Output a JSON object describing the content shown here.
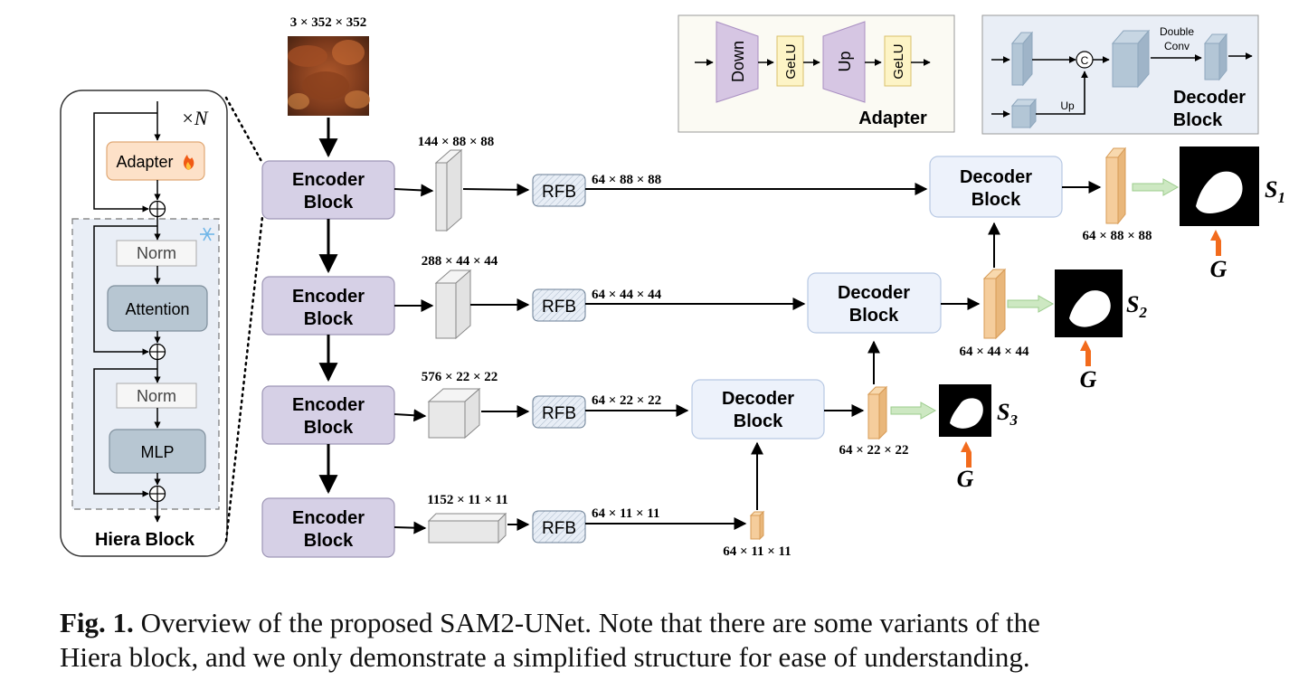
{
  "input": {
    "dims": "3 × 352 × 352"
  },
  "hiera": {
    "title": "Hiera Block",
    "repeat": "×N",
    "adapter": "Adapter",
    "norm1": "Norm",
    "attention": "Attention",
    "norm2": "Norm",
    "mlp": "MLP",
    "flame_icon": "flame-icon",
    "frozen_icon": "snowflake-icon"
  },
  "encoders": [
    {
      "line1": "Encoder",
      "line2": "Block",
      "feat": "144 × 88 × 88",
      "rfb": "RFB",
      "rfb_out": "64 × 88 × 88"
    },
    {
      "line1": "Encoder",
      "line2": "Block",
      "feat": "288 × 44 × 44",
      "rfb": "RFB",
      "rfb_out": "64 × 44 × 44"
    },
    {
      "line1": "Encoder",
      "line2": "Block",
      "feat": "576 × 22 × 22",
      "rfb": "RFB",
      "rfb_out": "64 × 22 × 22"
    },
    {
      "line1": "Encoder",
      "line2": "Block",
      "feat": "1152 × 11 × 11",
      "rfb": "RFB",
      "rfb_out": "64 × 11 × 11"
    }
  ],
  "bottom_feat": "64 × 11 × 11",
  "decoders": [
    {
      "line1": "Decoder",
      "line2": "Block",
      "out": "64 × 22 × 22",
      "pred": "S",
      "sub": "3",
      "gt": "G"
    },
    {
      "line1": "Decoder",
      "line2": "Block",
      "out": "64 × 44 × 44",
      "pred": "S",
      "sub": "2",
      "gt": "G"
    },
    {
      "line1": "Decoder",
      "line2": "Block",
      "out": "64 × 88 × 88",
      "pred": "S",
      "sub": "1",
      "gt": "G"
    }
  ],
  "adapter_legend": {
    "title": "Adapter",
    "down": "Down",
    "gelu1": "GeLU",
    "up": "Up",
    "gelu2": "GeLU"
  },
  "decoder_legend": {
    "title1": "Decoder",
    "title2": "Block",
    "double1": "Double",
    "double2": "Conv",
    "up": "Up",
    "concat": "C"
  },
  "caption": {
    "fig": "Fig. 1.",
    "line1": " Overview of the proposed SAM2-UNet. Note that there are some variants of the",
    "line2": "Hiera block, and we only demonstrate a simplified structure for ease of understanding."
  },
  "colors": {
    "encoder_fill": "#d6d0e6",
    "decoder_fill": "#edf2fb",
    "adapter_fill": "#fde1c8",
    "hiera_op_fill": "#b7c6d2",
    "feature_fill": "#f5cd9c",
    "arrow_gt": "#f26b1d",
    "arrow_pred": "#b9dfae"
  }
}
